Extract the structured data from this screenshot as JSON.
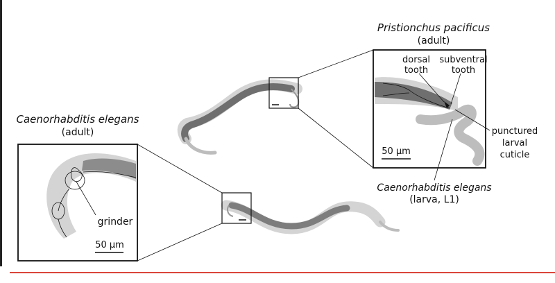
{
  "figure": {
    "ce_title_species": "Caenorhabditis elegans",
    "ce_title_stage": "(adult)",
    "pp_title_species": "Pristionchus pacificus",
    "pp_title_stage": "(adult)",
    "label_grinder": "grinder",
    "label_dorsal_1": "dorsal",
    "label_dorsal_2": "tooth",
    "label_subventral_1": "subventral",
    "label_subventral_2": "tooth",
    "label_punctured_1": "punctured",
    "label_punctured_2": "larval",
    "label_punctured_3": "cuticle",
    "label_larva_species": "Caenorhabditis elegans",
    "label_larva_stage": "(larva, L1)",
    "scalebar_left": "50 µm",
    "scalebar_right": "50 µm"
  },
  "colors": {
    "accent_rule": "#d9453a",
    "worm_dark": "#6f6f6f",
    "worm_light": "#d4d4d4",
    "outline": "#111111"
  }
}
